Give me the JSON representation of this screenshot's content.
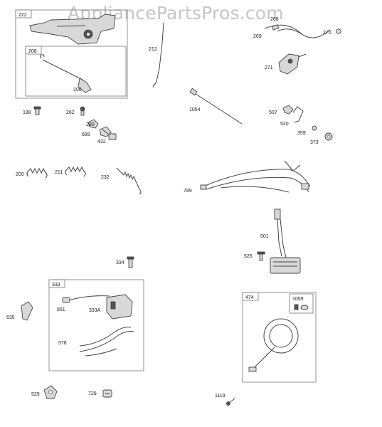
{
  "watermark": "AppliancePartsPros.com",
  "callouts": {
    "p222": "222",
    "p208": "208",
    "p206": "206",
    "p212": "212",
    "p269": "269",
    "p270": "270",
    "p268": "268",
    "p271": "271",
    "p188": "188",
    "p262": "262",
    "p280": "280",
    "p689": "689",
    "p432": "432",
    "p1054": "1054",
    "p507": "507",
    "p520": "520",
    "p359": "359",
    "p373": "373",
    "p209": "209",
    "p211": "211",
    "p232": "232",
    "p789": "789",
    "p501": "501",
    "p526": "526",
    "p334": "334",
    "p333": "333",
    "p635": "635",
    "p851": "851",
    "p333A": "333A",
    "p578": "578",
    "p474": "474",
    "p1059": "1059",
    "p529": "529",
    "p729": "729",
    "p1119": "1119"
  }
}
